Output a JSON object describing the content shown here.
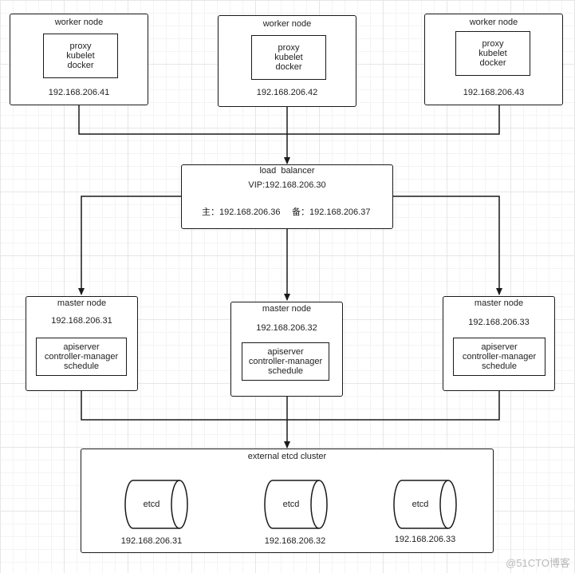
{
  "workers": [
    {
      "title": "worker node",
      "services": [
        "proxy",
        "kubelet",
        "docker"
      ],
      "ip": "192.168.206.41"
    },
    {
      "title": "worker node",
      "services": [
        "proxy",
        "kubelet",
        "docker"
      ],
      "ip": "192.168.206.42"
    },
    {
      "title": "worker node",
      "services": [
        "proxy",
        "kubelet",
        "docker"
      ],
      "ip": "192.168.206.43"
    }
  ],
  "load_balancer": {
    "title": "load  balancer",
    "vip": "VIP:192.168.206.30",
    "primary": "主：192.168.206.36",
    "backup": "备：192.168.206.37"
  },
  "masters": [
    {
      "title": "master node",
      "ip": "192.168.206.31",
      "services": [
        "apiserver",
        "controller-manager",
        "schedule"
      ]
    },
    {
      "title": "master node",
      "ip": "192.168.206.32",
      "services": [
        "apiserver",
        "controller-manager",
        "schedule"
      ]
    },
    {
      "title": "master node",
      "ip": "192.168.206.33",
      "services": [
        "apiserver",
        "controller-manager",
        "schedule"
      ]
    }
  ],
  "etcd_cluster": {
    "title": "external etcd cluster",
    "nodes": [
      {
        "label": "etcd",
        "ip": "192.168.206.31"
      },
      {
        "label": "etcd",
        "ip": "192.168.206.32"
      },
      {
        "label": "etcd",
        "ip": "192.168.206.33"
      }
    ]
  },
  "watermark": "@51CTO博客"
}
